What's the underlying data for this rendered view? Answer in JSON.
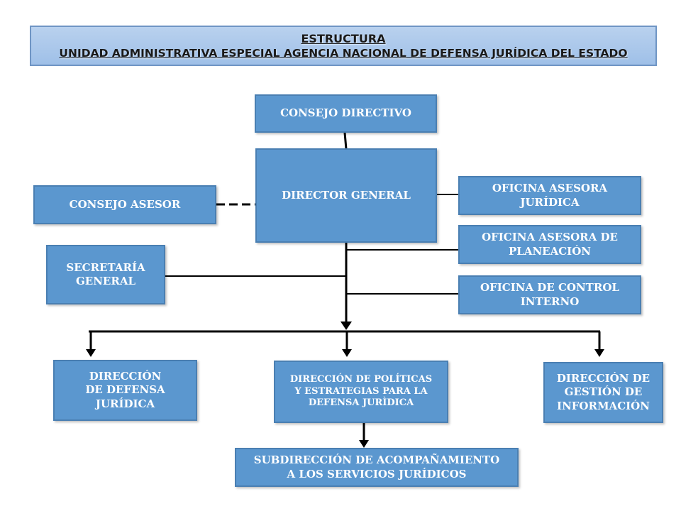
{
  "header": {
    "line1": "ESTRUCTURA",
    "line2": "UNIDAD ADMINISTRATIVA ESPECIAL AGENCIA NACIONAL DE DEFENSA JURÍDICA DEL ESTADO"
  },
  "nodes": {
    "consejo_directivo": "CONSEJO DIRECTIVO",
    "director_general": "DIRECTOR GENERAL",
    "consejo_asesor": "CONSEJO ASESOR",
    "oficina_juridica": "OFICINA ASESORA\nJURÍDICA",
    "oficina_planeacion": "OFICINA ASESORA DE\nPLANEACIÓN",
    "secretaria_general": "SECRETARÍA\nGENERAL",
    "oficina_control": "OFICINA DE CONTROL\nINTERNO",
    "direccion_defensa": "DIRECCIÓN\nDE DEFENSA\nJURÍDICA",
    "direccion_politicas": "DIRECCIÓN DE POLÍTICAS\nY ESTRATEGIAS PARA LA\nDEFENSA JURÌDICA",
    "direccion_gestion": "DIRECCIÓN DE\nGESTIÓN DE\nINFORMACIÓN",
    "subdireccion": "SUBDIRECCIÓN DE ACOMPAÑAMIENTO\nA LOS SERVICIOS JURÍDICOS"
  },
  "colors": {
    "box_fill": "#5b97cf",
    "box_border": "#4a7fb2",
    "header_fill": "#a9c6eb",
    "connector": "#000000"
  }
}
